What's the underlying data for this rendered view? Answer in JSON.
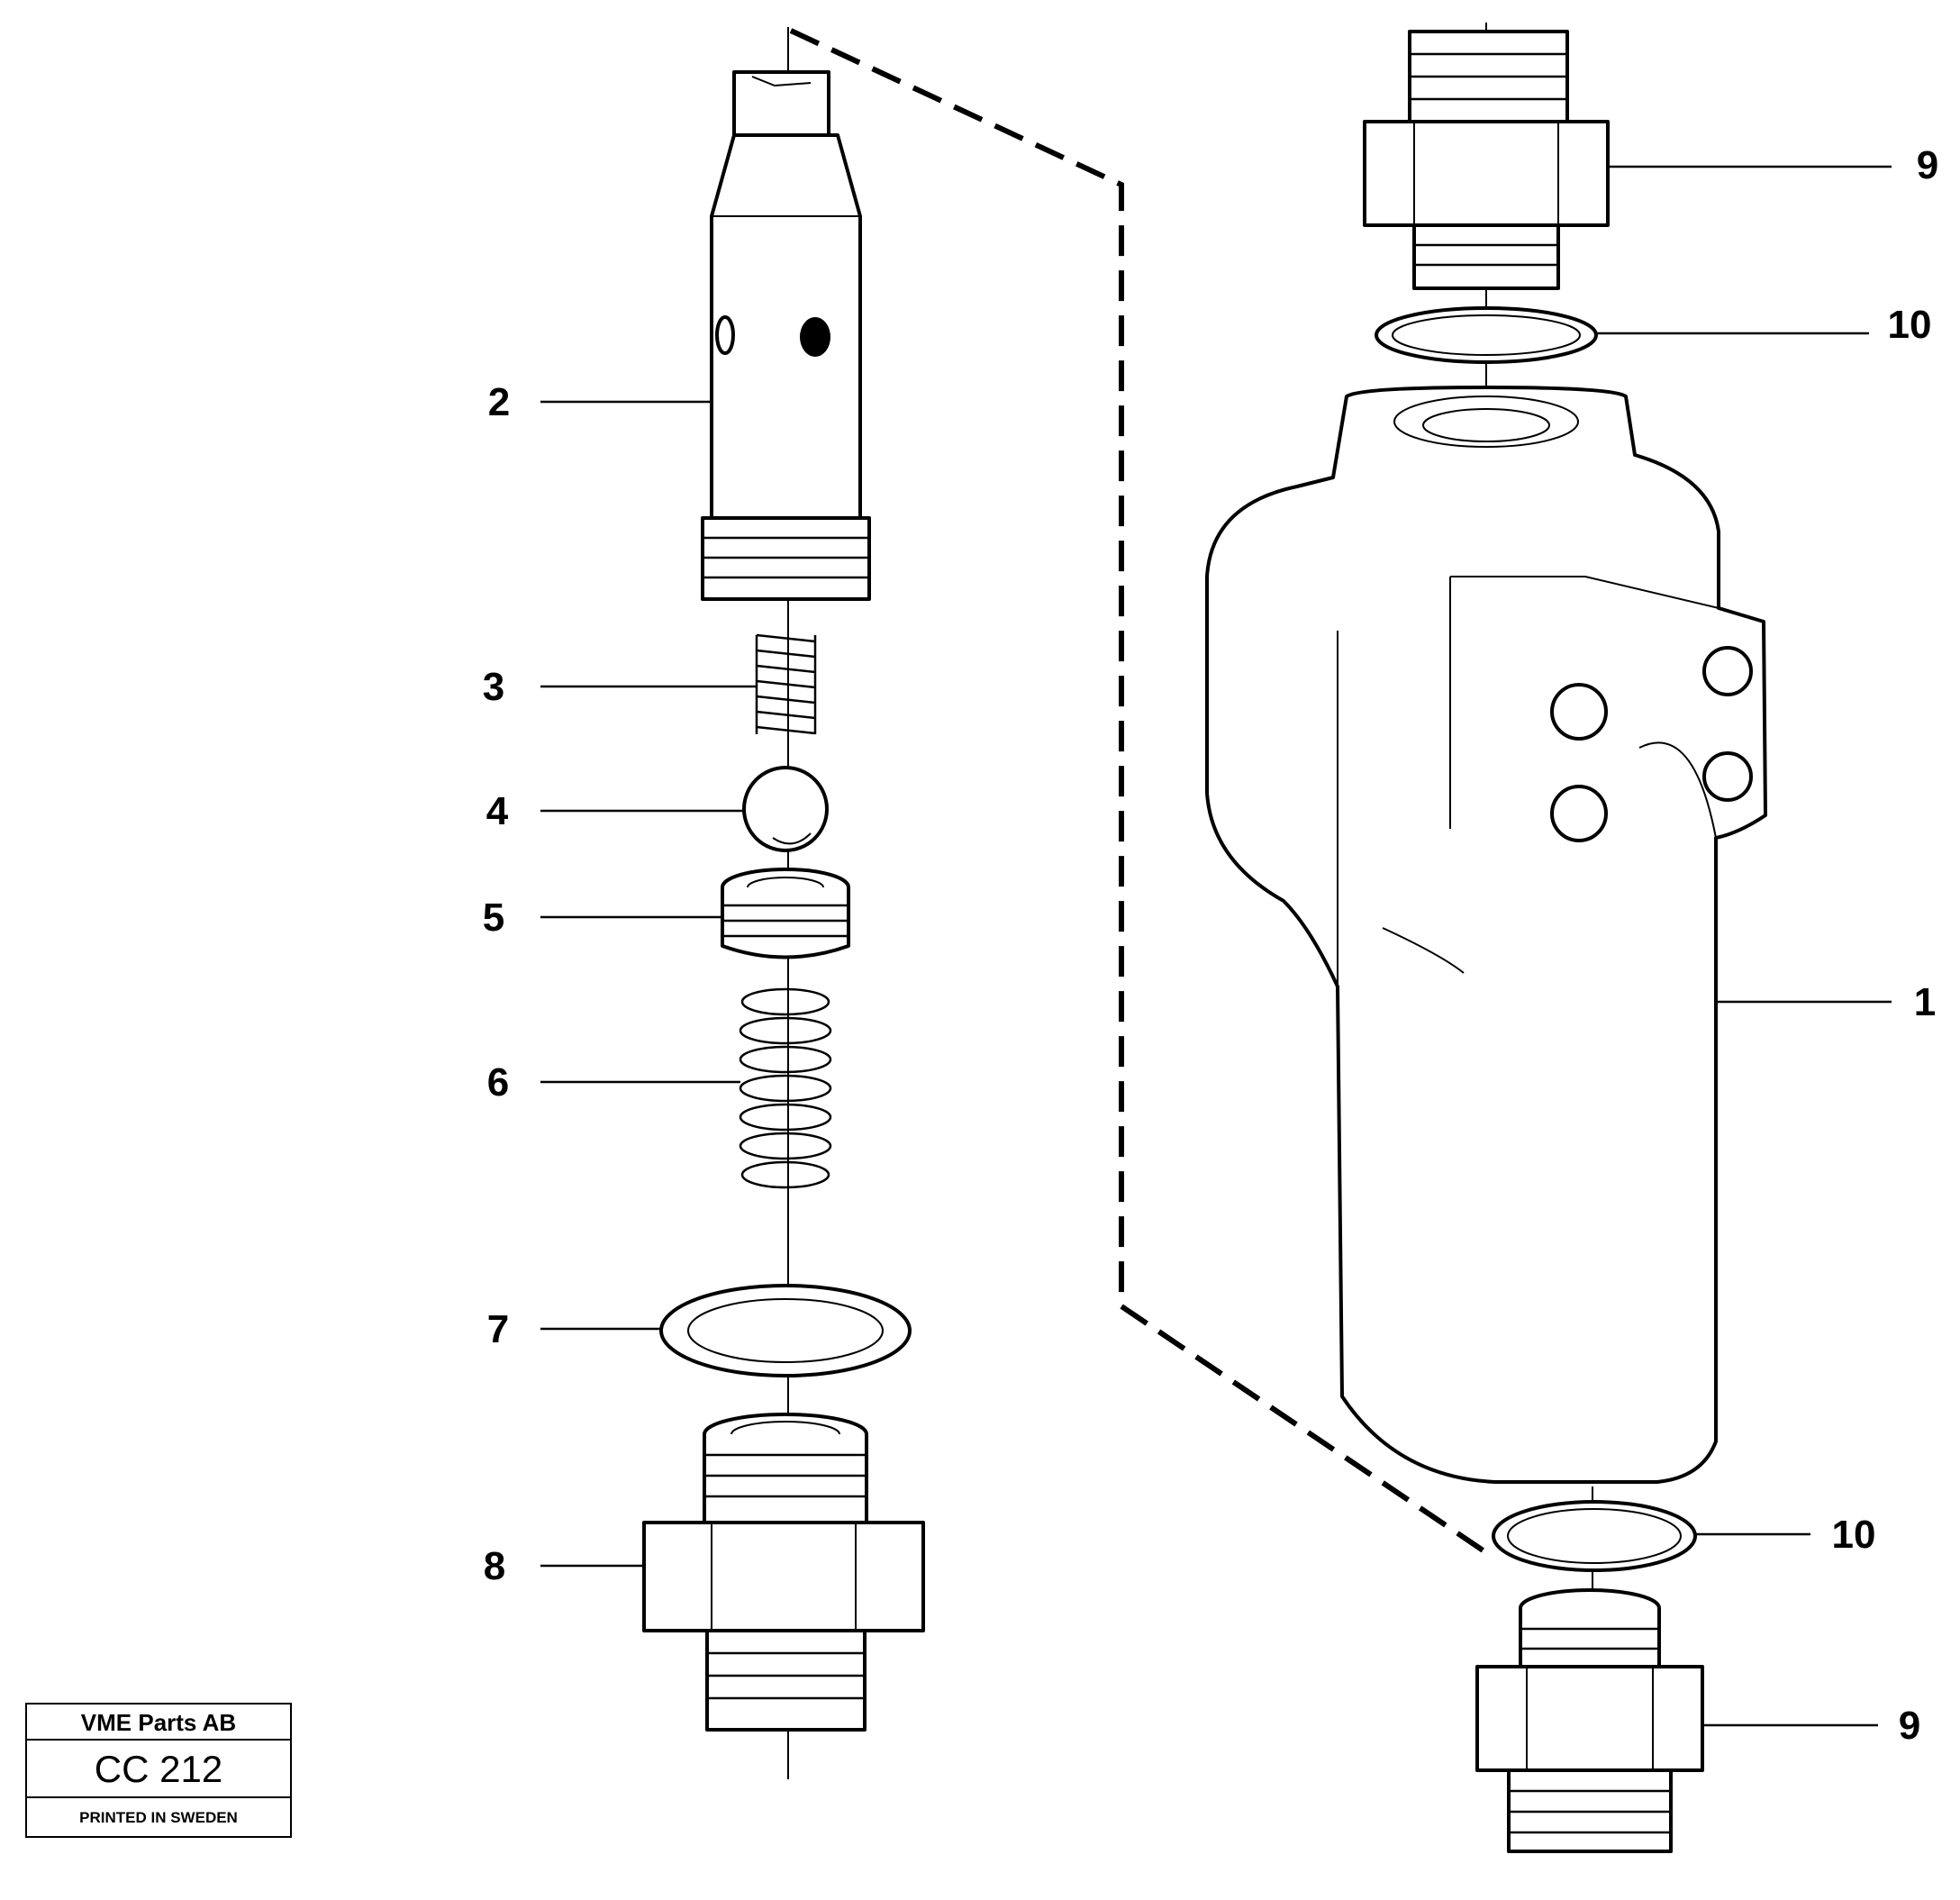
{
  "callouts": {
    "c1": "1",
    "c2": "2",
    "c3": "3",
    "c4": "4",
    "c5": "5",
    "c6": "6",
    "c7": "7",
    "c8": "8",
    "c9_top": "9",
    "c9_bottom": "9",
    "c10_top": "10",
    "c10_bottom": "10"
  },
  "title_block": {
    "company": "VME Parts AB",
    "code": "CC 212",
    "printed": "PRINTED IN SWEDEN"
  }
}
